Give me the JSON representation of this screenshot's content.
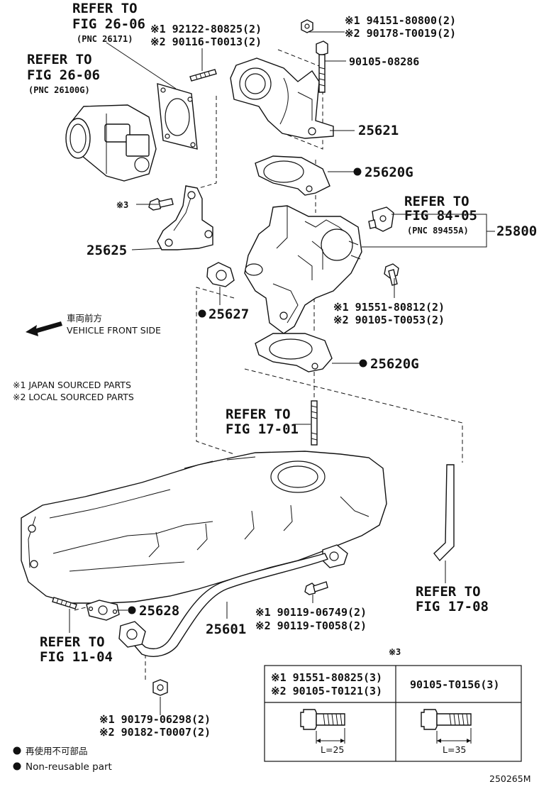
{
  "callouts": {
    "ref_26_06_a": {
      "line1": "REFER TO",
      "line2": "FIG 26-06",
      "line3": "(PNC 26171)"
    },
    "stud_top": {
      "line1": "※1 92122-80825(2)",
      "line2": "※2 90116-T0013(2)"
    },
    "ref_26_06_b": {
      "line1": "REFER TO",
      "line2": "FIG 26-06",
      "line3": "(PNC 26100G)"
    },
    "nut_top": {
      "line1": "※1 94151-80800(2)",
      "line2": "※2 90178-T0019(2)"
    },
    "bolt_top": "90105-08286",
    "p25621": "25621",
    "p25620g_top": "25620G",
    "ref_84_05": {
      "line1": "REFER TO",
      "line2": "FIG 84-05",
      "line3": "(PNC 89455A)"
    },
    "p25800": "25800",
    "mark3": "※3",
    "p25625": "25625",
    "bolt_mid": {
      "line1": "※1 91551-80812(2)",
      "line2": "※2 90105-T0053(2)"
    },
    "p25627": "25627",
    "p25620g_bottom": "25620G",
    "ref_17_01": {
      "line1": "REFER TO",
      "line2": "FIG 17-01"
    },
    "ref_17_08": {
      "line1": "REFER TO",
      "line2": "FIG 17-08"
    },
    "p25628": "25628",
    "p25601": "25601",
    "bolt_low": {
      "line1": "※1 90119-06749(2)",
      "line2": "※2 90119-T0058(2)"
    },
    "ref_11_04": {
      "line1": "REFER TO",
      "line2": "FIG 11-04"
    },
    "nut_bottom": {
      "line1": "※1 90179-06298(2)",
      "line2": "※2 90182-T0007(2)"
    }
  },
  "front": {
    "jp": "車両前方",
    "en": "VEHICLE FRONT SIDE"
  },
  "notes": {
    "n1": "※1 JAPAN SOURCED PARTS",
    "n2": "※2 LOCAL SOURCED PARTS"
  },
  "table": {
    "mark": "※3",
    "col1": {
      "line1": "※1 91551-80825(3)",
      "line2": "※2 90105-T0121(3)",
      "length": "L=25"
    },
    "col2": {
      "line1": "90105-T0156(3)",
      "length": "L=35"
    }
  },
  "legend": {
    "jp": "再使用不可部品",
    "en": "Non-reusable part"
  },
  "figure_code": "250265M"
}
